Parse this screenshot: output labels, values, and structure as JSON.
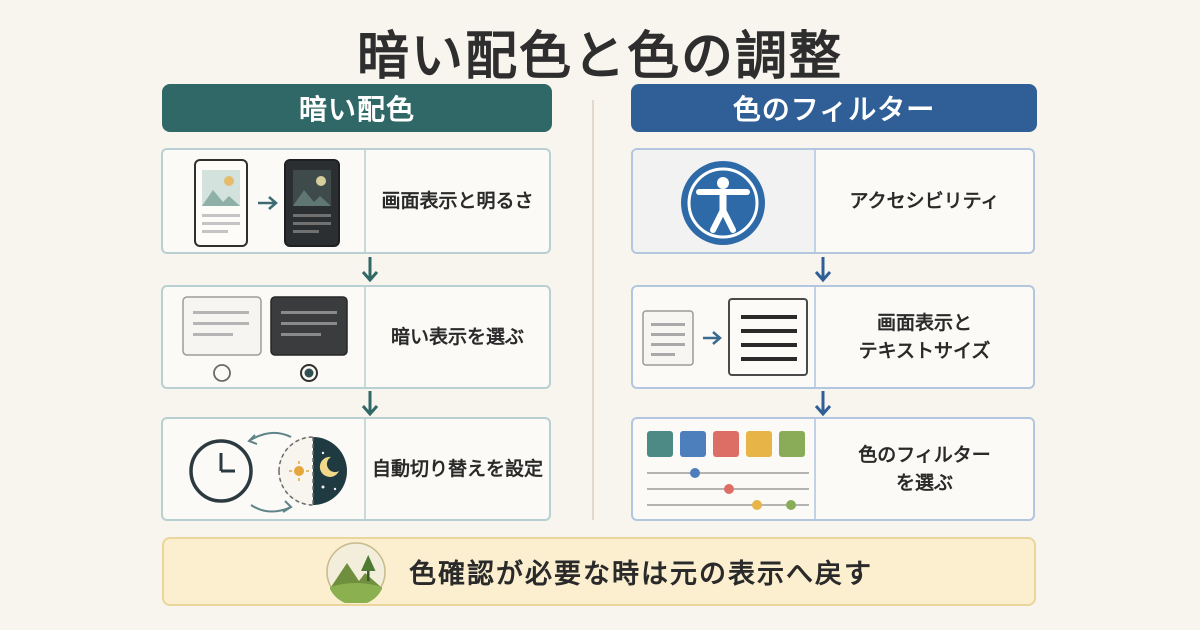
{
  "title": "暗い配色と色の調整",
  "left": {
    "header": "暗い配色",
    "steps": [
      {
        "label": "画面表示と明るさ"
      },
      {
        "label": "暗い表示を選ぶ"
      },
      {
        "label": "自動切り替えを設定"
      }
    ]
  },
  "right": {
    "header": "色のフィルター",
    "steps": [
      {
        "label": "アクセシビリティ"
      },
      {
        "label_lines": [
          "画面表示と",
          "テキストサイズ"
        ]
      },
      {
        "label_lines": [
          "色のフィルター",
          "を選ぶ"
        ]
      }
    ]
  },
  "bottom_note": "色確認が必要な時は元の表示へ戻す",
  "colors": {
    "left_accent": "#2f6866",
    "right_accent": "#2f5f96",
    "note_bg": "#fbefd0",
    "swatches": [
      "#4d8a86",
      "#4d7fbd",
      "#dd6e66",
      "#e7b447",
      "#8aac59"
    ]
  },
  "icons": [
    "landscape-icon",
    "accessibility-icon",
    "clock-icon",
    "moon-icon",
    "sun-icon"
  ]
}
